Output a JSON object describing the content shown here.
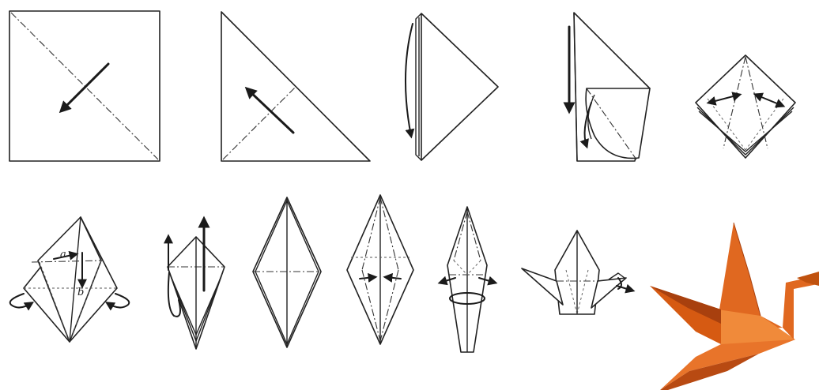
{
  "diagram": {
    "steps": [
      {
        "id": 1
      },
      {
        "id": 2
      },
      {
        "id": 3
      },
      {
        "id": 4
      },
      {
        "id": 5
      },
      {
        "id": 6,
        "labels": [
          "a",
          "b"
        ]
      },
      {
        "id": 7
      },
      {
        "id": 8
      },
      {
        "id": 9
      },
      {
        "id": 10
      },
      {
        "id": 11
      }
    ],
    "result": {
      "kind": "photo",
      "subject": "orange-paper-crane"
    },
    "colors": {
      "line": "#222222",
      "paper": "#ffffff",
      "crane_main": "#e06820",
      "crane_dark": "#a8400e",
      "crane_light": "#f08a3a"
    }
  }
}
